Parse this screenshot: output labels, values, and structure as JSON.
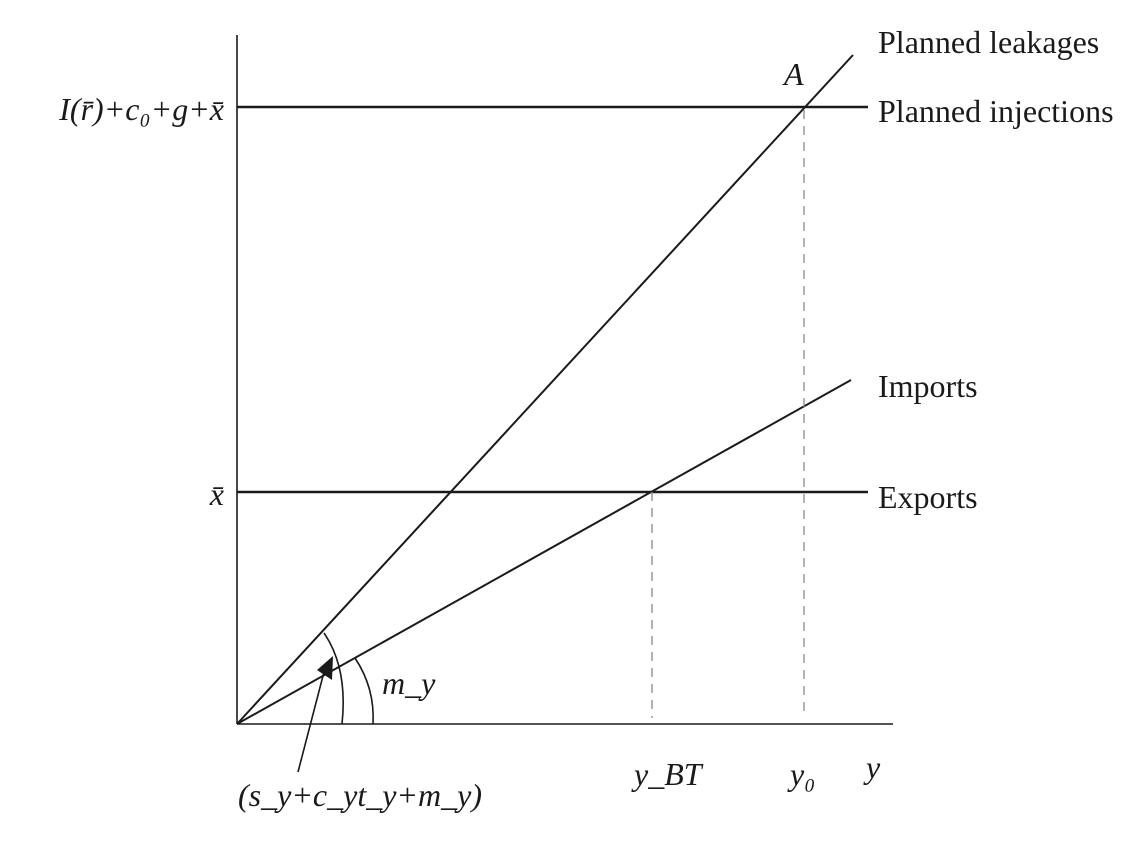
{
  "lines": {
    "planned_leakages": "Planned leakages",
    "planned_injections": "Planned injections",
    "imports": "Imports",
    "exports": "Exports"
  },
  "points": {
    "a": "A"
  },
  "y_axis": {
    "injections_level": "I(r̄)+c₀+g+x̄",
    "exports_level": "x̄"
  },
  "x_axis": {
    "y_bt": "y_BT",
    "y_0": "y₀",
    "label": "y"
  },
  "angles": {
    "imports_slope": "m_y",
    "leakages_slope": "(s_y+c_yt_y+m_y)"
  }
}
